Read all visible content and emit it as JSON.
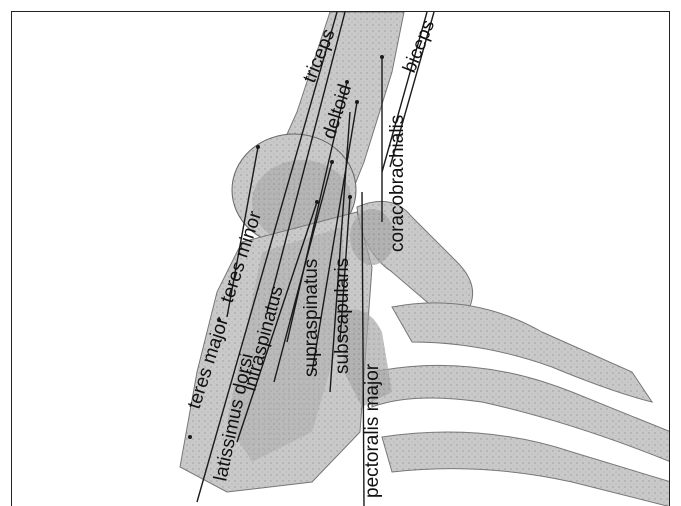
{
  "labels": {
    "triceps": "triceps",
    "biceps": "biceps",
    "deltoid": "deltoid",
    "coracobrachialis": "coracobrachialis",
    "teres_minor": "teres minor",
    "teres_major": "teres major",
    "infraspinatus": "infraspinatus",
    "supraspinatus": "supraspinatus",
    "subscapularis": "subscapularis",
    "latissimus_dorsi": "latissimus dorsi",
    "pectoralis_major": "pectoralis major"
  }
}
